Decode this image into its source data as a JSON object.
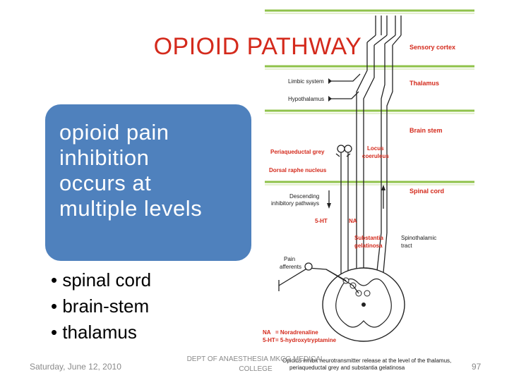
{
  "slide": {
    "title": "OPIOID PATHWAY",
    "callout_lines": [
      "opioid pain",
      "inhibition",
      "occurs at",
      "multiple levels"
    ],
    "levels": [
      "• spinal cord",
      "• brain-stem",
      "• thalamus"
    ]
  },
  "footer": {
    "date": "Saturday, June 12, 2010",
    "center_line1": "DEPT OF ANAESTHESIA MKCG MEDICAL",
    "center_line2": "COLLEGE",
    "page": "97"
  },
  "diagram": {
    "level_labels": [
      "Sensory cortex",
      "Thalamus",
      "Brain stem",
      "Spinal cord"
    ],
    "limbic": "Limbic system",
    "hypothalamus": "Hypothalamus",
    "pag": "Periaqueductal grey",
    "raphe": "Dorsal raphe nucleus",
    "locus_line1": "Locus",
    "locus_line2": "coeruleus",
    "descending_line1": "Descending",
    "descending_line2": "inhibitory pathways",
    "ht": "5-HT",
    "na": "NA",
    "subst_line1": "Substantia",
    "subst_line2": "gelatinosa",
    "spinothal_line1": "Spinothalamic",
    "spinothal_line2": "tract",
    "pain_line1": "Pain",
    "pain_line2": "afferents",
    "legend_na_key": "NA",
    "legend_na_val": "= Noradrenaline",
    "legend_ht_key": "5-HT",
    "legend_ht_val": "= 5-hydroxytryptamine",
    "caption_line1": "Opioids inhibit neurotransmitter release at the level of the thalamus,",
    "caption_line2": "periaqueductal grey and substantia gelatinosa"
  },
  "colors": {
    "title": "#d42a1c",
    "callout": "#4f81bd",
    "band": "#8fc24a"
  }
}
